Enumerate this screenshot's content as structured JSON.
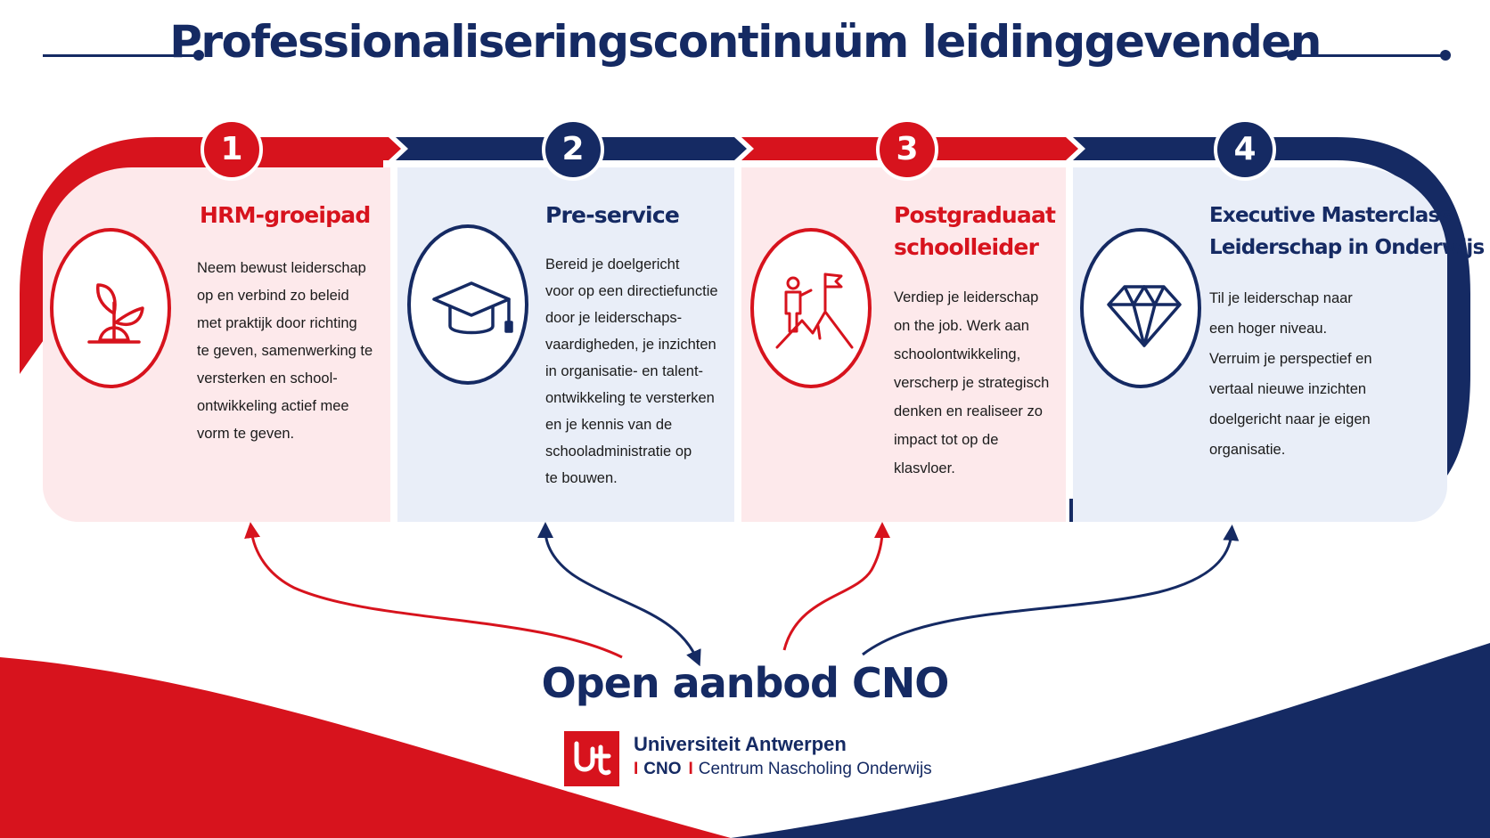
{
  "title": "Professionaliseringscontinuüm leidinggevenden",
  "colors": {
    "red": "#d7131d",
    "navy": "#152a63",
    "pink_panel": "#fde9eb",
    "blue_panel": "#e9eef8"
  },
  "steps": [
    {
      "number": "1",
      "title_lines": [
        "HRM-groeipad"
      ],
      "icon": "plant-sprout-icon",
      "color": "red",
      "description_lines": [
        "Neem bewust leiderschap",
        "op en verbind zo beleid",
        "met praktijk door richting",
        "te geven, samenwerking te",
        "versterken en school-",
        "ontwikkeling actief mee",
        "vorm te geven."
      ]
    },
    {
      "number": "2",
      "title_lines": [
        "Pre-service"
      ],
      "icon": "graduation-cap-icon",
      "color": "navy",
      "description_lines": [
        "Bereid je doelgericht",
        "voor op een directiefunctie",
        "door je leiderschaps-",
        "vaardigheden, je inzichten",
        "in organisatie- en talent-",
        "ontwikkeling te versterken",
        "en je kennis van de",
        "schooladministratie op",
        "te bouwen."
      ]
    },
    {
      "number": "3",
      "title_lines": [
        "Postgraduaat",
        "schoolleider"
      ],
      "icon": "person-summit-flag-icon",
      "color": "red",
      "description_lines": [
        "Verdiep je leiderschap",
        "on the job. Werk aan",
        "schoolontwikkeling,",
        "verscherp je strategisch",
        "denken en realiseer zo",
        "impact tot op de",
        "klasvloer."
      ]
    },
    {
      "number": "4",
      "title_lines": [
        "Executive Masterclass",
        "Leiderschap in Onderwijs"
      ],
      "icon": "diamond-icon",
      "color": "navy",
      "description_lines": [
        "Til je leiderschap naar",
        "een hoger niveau.",
        "Verruim je perspectief en",
        "vertaal nieuwe inzichten",
        "doelgericht naar je eigen",
        "organisatie."
      ]
    }
  ],
  "hub": {
    "label": "Open aanbod CNO"
  },
  "logo": {
    "university": "Universiteit Antwerpen",
    "separator": "I",
    "unit": "CNO",
    "unit_full": "Centrum Nascholing Onderwijs"
  }
}
